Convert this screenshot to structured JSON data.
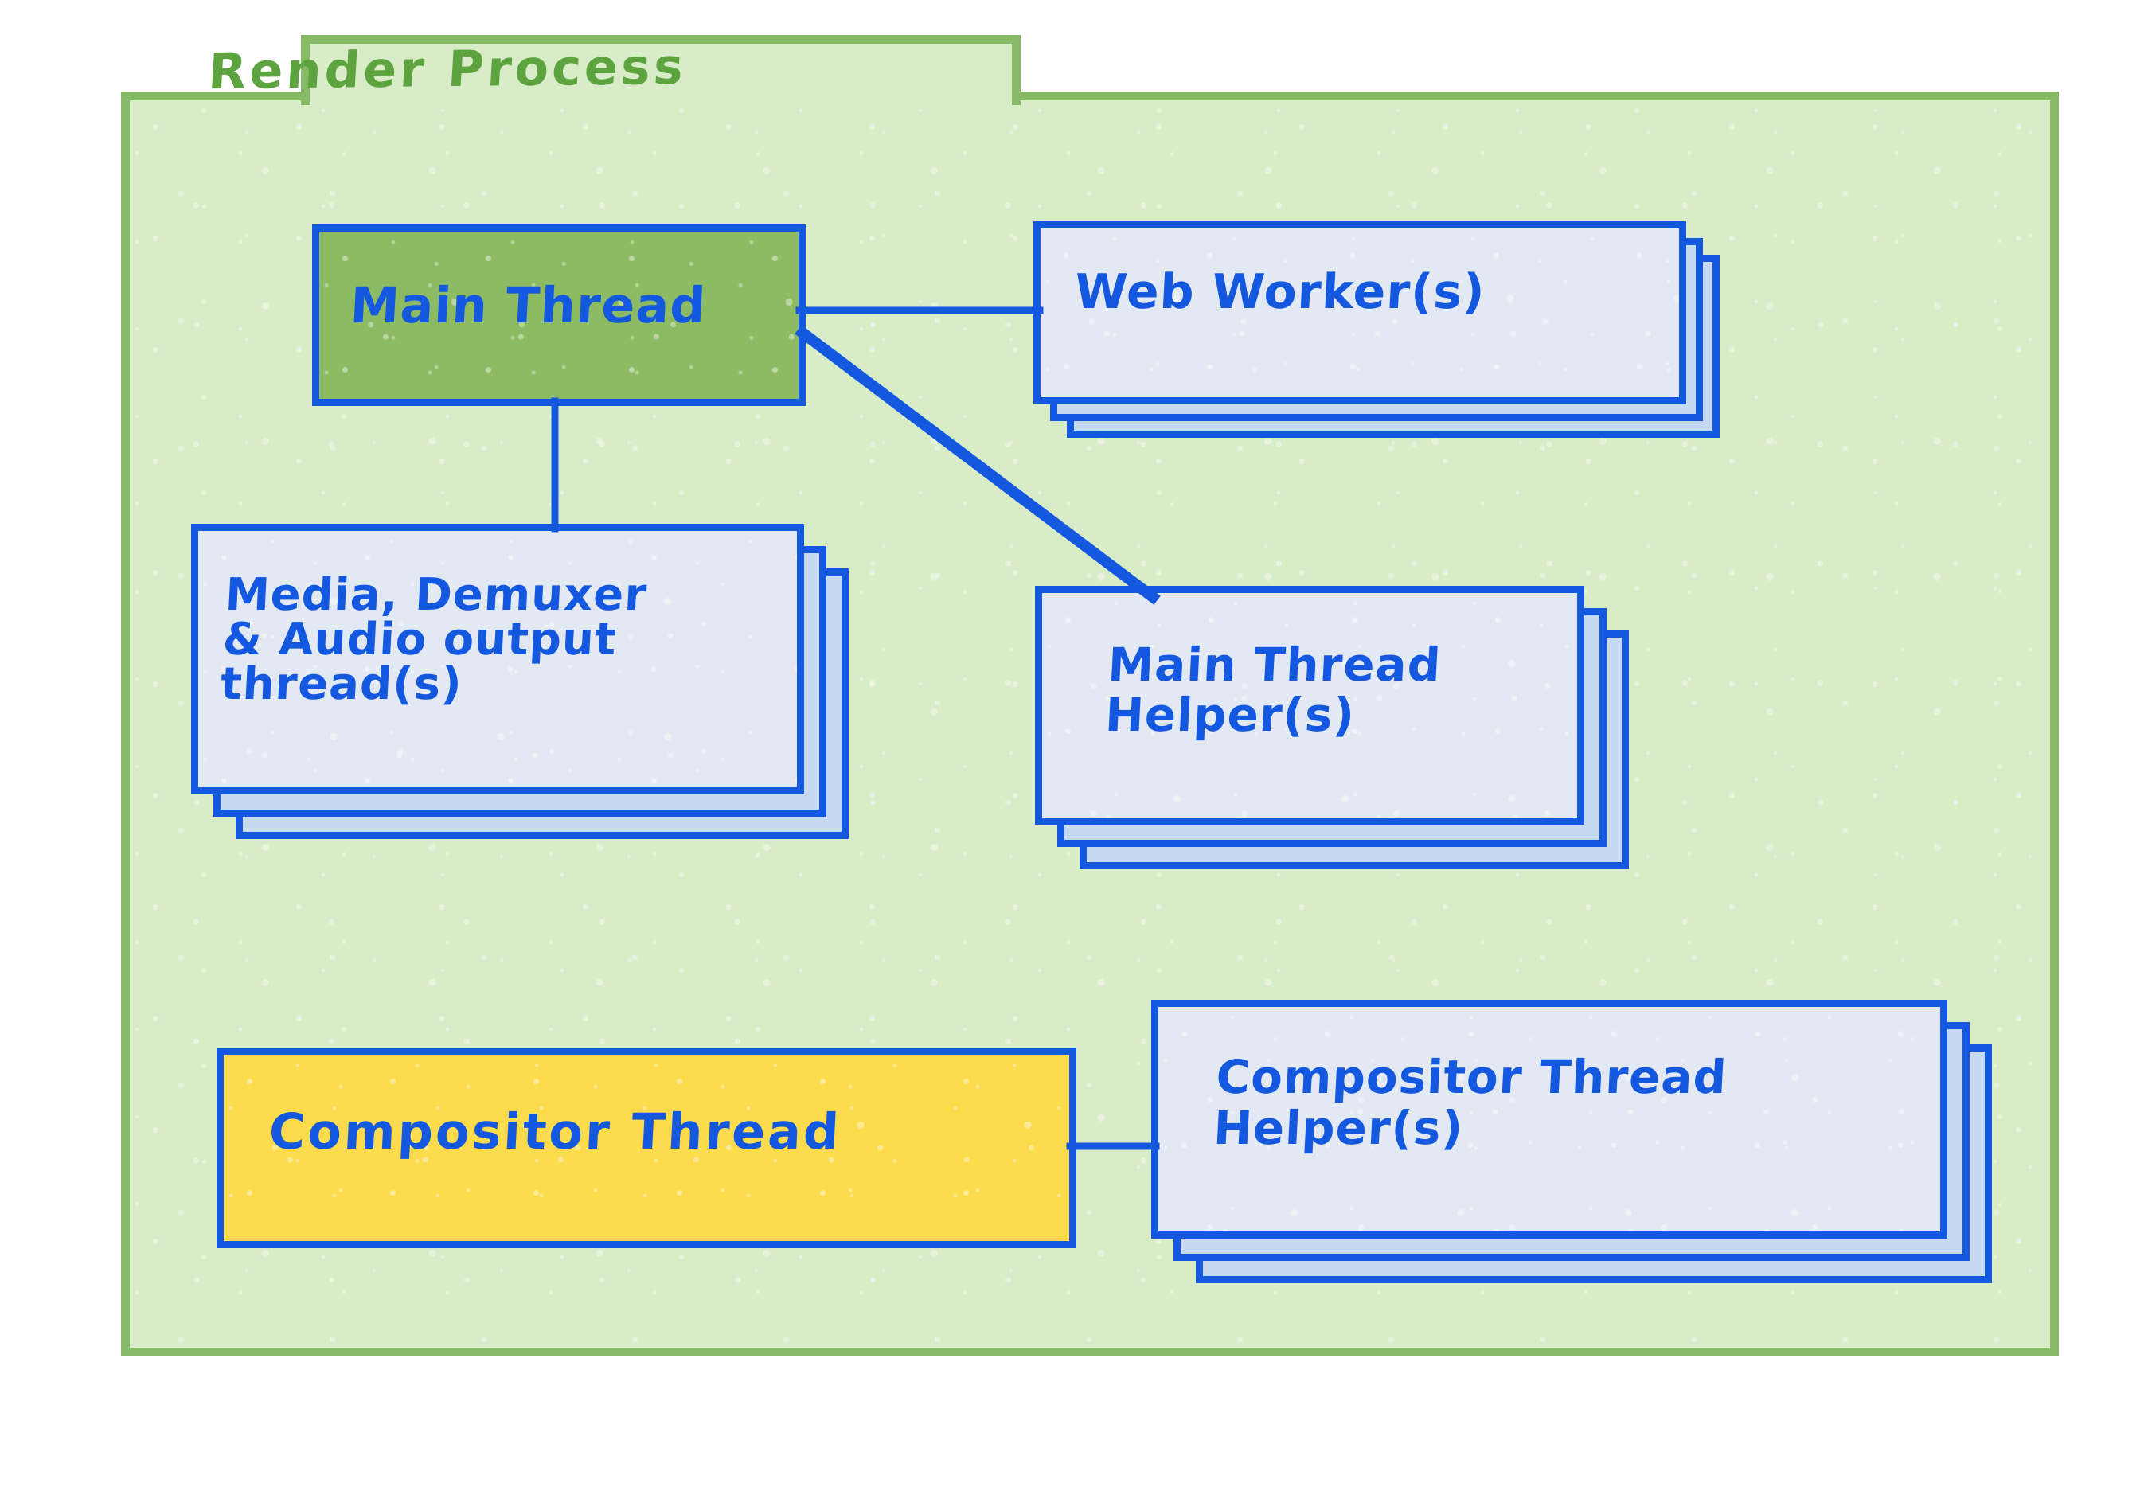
{
  "diagram": {
    "title": "Render Process",
    "colors": {
      "frame_border": "#87ba67",
      "frame_fill": "#d7ecc7",
      "title_text": "#5da33f",
      "node_border": "#1558e0",
      "node_text": "#1558e0",
      "node_fill_front": "#e3e9f2",
      "node_fill_stack": "#c5d9f0",
      "main_thread_fill": "#8cbb63",
      "compositor_thread_fill": "#fcdb4d"
    },
    "nodes": [
      {
        "id": "main-thread",
        "label": "Main Thread",
        "fill": "green",
        "stacked": false,
        "layers": 1
      },
      {
        "id": "web-worker",
        "label": "Web Worker(s)",
        "fill": "light",
        "stacked": true,
        "layers": 3
      },
      {
        "id": "media-demuxer-audio",
        "label": "Media, Demuxer\n& Audio output\n   thread(s)",
        "fill": "light",
        "stacked": true,
        "layers": 3
      },
      {
        "id": "main-thread-helper",
        "label": "Main Thread\n Helper(s)",
        "fill": "light",
        "stacked": true,
        "layers": 3
      },
      {
        "id": "compositor-thread",
        "label": "Compositor Thread",
        "fill": "yellow",
        "stacked": false,
        "layers": 1
      },
      {
        "id": "compositor-thread-helper",
        "label": "Compositor Thread\n     Helper(s)",
        "fill": "light",
        "stacked": true,
        "layers": 3
      }
    ],
    "connections": [
      {
        "from": "main-thread",
        "to": "web-worker",
        "style": "horizontal"
      },
      {
        "from": "main-thread",
        "to": "main-thread-helper",
        "style": "diagonal"
      },
      {
        "from": "main-thread",
        "to": "media-demuxer-audio",
        "style": "vertical"
      },
      {
        "from": "compositor-thread",
        "to": "compositor-thread-helper",
        "style": "horizontal"
      }
    ]
  }
}
